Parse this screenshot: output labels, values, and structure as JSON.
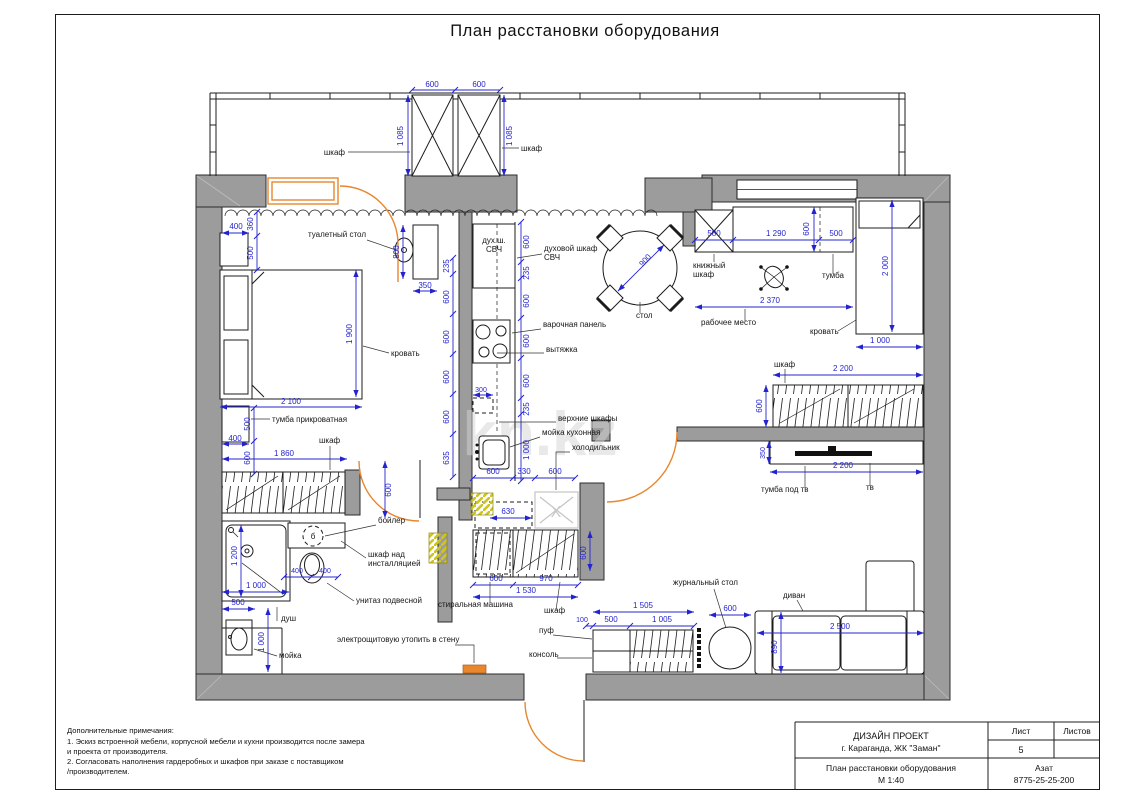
{
  "title": "План расстановки оборудования",
  "watermark": "kn.kz",
  "x_mark": "X",
  "labels": {
    "shkaf": "шкаф",
    "toilet_table": "туалетный стол",
    "oven_box_1": "дух.ш.",
    "oven_box_2": "СВЧ",
    "oven_label_1": "духовой шкаф",
    "oven_label_2": "СВЧ",
    "cooktop": "варочная панель",
    "hood": "вытяжка",
    "upper_cabinets": "верхние шкафы",
    "kitchen_sink": "мойка кухонная",
    "fridge": "холодильник",
    "table": "стол",
    "bookcase_1": "книжный",
    "bookcase_2": "шкаф",
    "tumba": "тумба",
    "workplace": "рабочее место",
    "bed": "кровать",
    "bedside": "тумба прикроватная",
    "tv_stand": "тумба под тв",
    "tv": "тв",
    "boiler": "бойлер",
    "boiler_letter": "б",
    "cab_inst_1": "шкаф над",
    "cab_inst_2": "инсталляцией",
    "wc": "унитаз подвесной",
    "shower": "душ",
    "sink": "мойка",
    "washer": "стиральная машина",
    "electro": "электрощитовую утопить в стену",
    "coffee": "журнальный стол",
    "pouf": "пуф",
    "console": "консоль",
    "sofa": "диван"
  },
  "dims": {
    "d100": "100",
    "d235": "235",
    "d300": "300",
    "d330": "330",
    "d350": "350",
    "d360": "360",
    "d400": "400",
    "d500": "500",
    "d580": "580",
    "d600": "600",
    "d630": "630",
    "d635": "635",
    "d800": "800",
    "d890": "890",
    "d900": "900",
    "d970": "970",
    "d1000": "1 000",
    "d1005": "1 005",
    "d1085": "1 085",
    "d1200": "1 200",
    "d1290": "1 290",
    "d1505": "1 505",
    "d1530": "1 530",
    "d1860": "1 860",
    "d1900": "1 900",
    "d2000": "2 000",
    "d2100": "2 100",
    "d2200": "2 200",
    "d2370": "2 370",
    "d2500": "2 500"
  },
  "titleblock": {
    "org_1": "ДИЗАЙН ПРОЕКТ",
    "org_2": "г. Караганда, ЖК \"Заман\"",
    "sheet_label": "Лист",
    "sheets_label": "Листов",
    "sheet_no": "5",
    "doc_1": "План расстановки оборудования",
    "doc_2": "М 1:40",
    "author": "Азат",
    "phone": "8775-25-25-200"
  },
  "notes": {
    "head": "Дополнительные примечания:",
    "l1": "1. Эскиз встроенной мебели, корпусной мебели и кухни производится после замера",
    "l2": "и проекта от производителя.",
    "l3": "2. Согласовать наполнения гардеробных и шкафов при заказе с поставщиком",
    "l4": "/производителем."
  },
  "colors": {
    "dim_blue": "#2424cf",
    "wall_gray": "#9c9c9c",
    "door_orange": "#e8872e",
    "hatch_yellow": "#cfc520"
  }
}
